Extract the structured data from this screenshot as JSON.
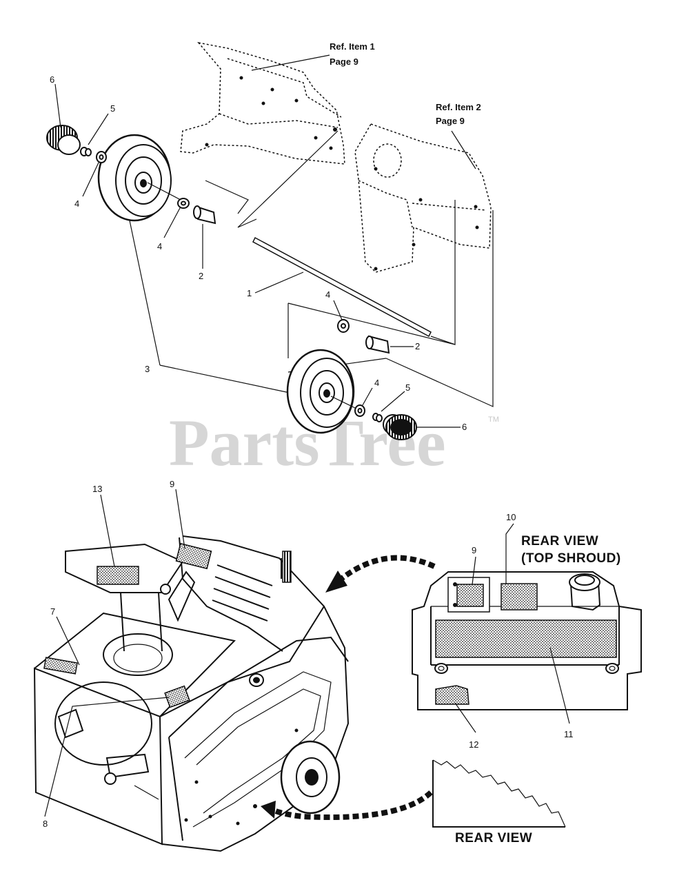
{
  "watermark": {
    "text": "PartsTree",
    "trademark": "TM"
  },
  "references": {
    "ref1_line1": "Ref. Item 1",
    "ref1_line2": "Page  9",
    "ref2_line1": "Ref. Item 2",
    "ref2_line2": "Page  9"
  },
  "callouts": {
    "c1": "1",
    "c2a": "2",
    "c2b": "2",
    "c3": "3",
    "c4a": "4",
    "c4b": "4",
    "c4c": "4",
    "c4d": "4",
    "c5a": "5",
    "c5b": "5",
    "c6a": "6",
    "c6b": "6",
    "c7": "7",
    "c8": "8",
    "c9a": "9",
    "c9b": "9",
    "c10": "10",
    "c11": "11",
    "c12": "12",
    "c13": "13"
  },
  "views": {
    "rear_view_top_shroud_line1": "REAR VIEW",
    "rear_view_top_shroud_line2": "(TOP SHROUD)",
    "rear_view": "REAR VIEW"
  }
}
